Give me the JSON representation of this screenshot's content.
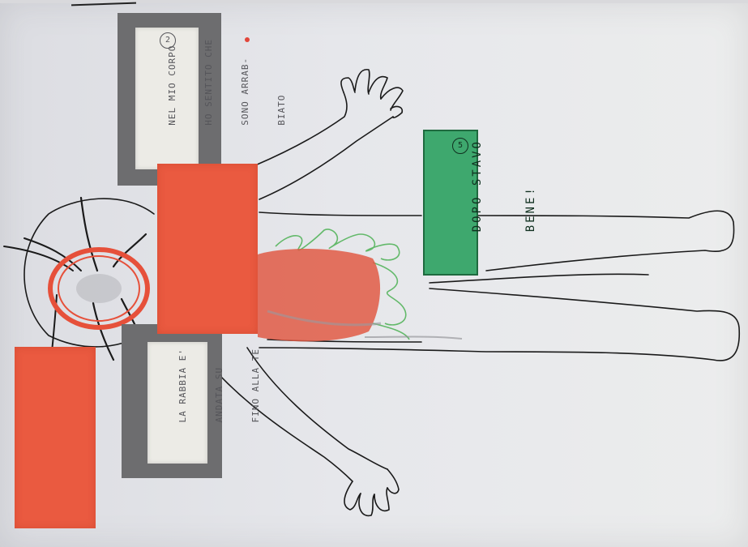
{
  "card_top": {
    "lines": [
      "NEL MIO CORPO",
      "HO SENTITO CHE",
      "SONO ARRAB-",
      "BIATO"
    ],
    "number": "2"
  },
  "card_bottom": {
    "lines": [
      "LA RABBIA E'",
      "ANDATA SU",
      "FINO ALLA TE"
    ]
  },
  "card_green": {
    "lines": [
      "DOPO STAVO",
      "BENE!"
    ],
    "number": "5"
  },
  "colors": {
    "red": "#ea5a40",
    "green": "#3ea86e",
    "gray_frame": "#6d6d6f"
  }
}
